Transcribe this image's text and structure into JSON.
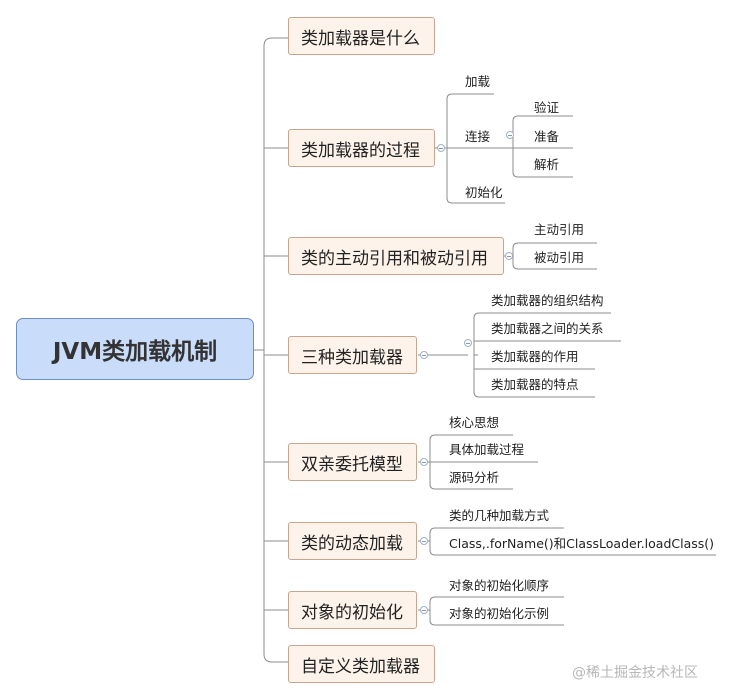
{
  "root": {
    "label": "JVM类加载机制"
  },
  "branches": [
    {
      "label": "类加载器是什么"
    },
    {
      "label": "类加载器的过程",
      "children": [
        {
          "label": "加载"
        },
        {
          "label": "连接",
          "children": [
            {
              "label": "验证"
            },
            {
              "label": "准备"
            },
            {
              "label": "解析"
            }
          ]
        },
        {
          "label": "初始化"
        }
      ]
    },
    {
      "label": "类的主动引用和被动引用",
      "children": [
        {
          "label": "主动引用"
        },
        {
          "label": "被动引用"
        }
      ]
    },
    {
      "label": "三种类加载器",
      "children": [
        {
          "label": "类加载器的组织结构"
        },
        {
          "label": "类加载器之间的关系"
        },
        {
          "label": "类加载器的作用"
        },
        {
          "label": "类加载器的特点"
        }
      ]
    },
    {
      "label": "双亲委托模型",
      "children": [
        {
          "label": "核心思想"
        },
        {
          "label": "具体加载过程"
        },
        {
          "label": "源码分析"
        }
      ]
    },
    {
      "label": "类的动态加载",
      "children": [
        {
          "label": "类的几种加载方式"
        },
        {
          "label": "Class,.forName()和ClassLoader.loadClass()"
        }
      ]
    },
    {
      "label": "对象的初始化",
      "children": [
        {
          "label": "对象的初始化顺序"
        },
        {
          "label": "对象的初始化示例"
        }
      ]
    },
    {
      "label": "自定义类加载器"
    }
  ],
  "watermark": "@稀土掘金技术社区",
  "colors": {
    "root_fill": "#c9ddfb",
    "branch_fill": "#fdf3eb",
    "line": "#8c8c8c"
  }
}
